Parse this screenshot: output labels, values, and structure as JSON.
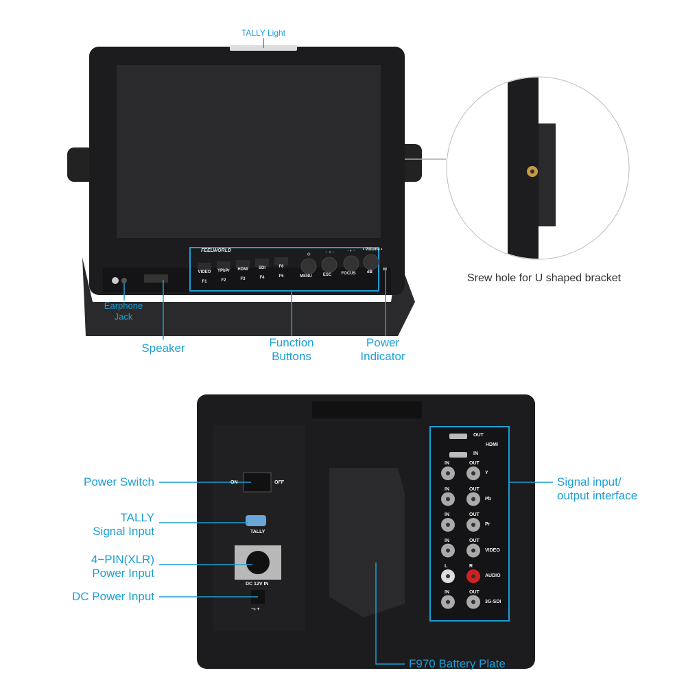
{
  "colors": {
    "accent": "#1a9fd6",
    "body": "#1c1c1e",
    "screen": "#2a2a2c"
  },
  "front": {
    "brand": "FEELWORLD",
    "buttons": [
      {
        "top": "VIDEO",
        "bottom": "F1"
      },
      {
        "top": "YPbPr",
        "bottom": "F2"
      },
      {
        "top": "HDMI",
        "bottom": "F3"
      },
      {
        "top": "SDI",
        "bottom": "F4"
      },
      {
        "top": "F6",
        "bottom": "F5"
      }
    ],
    "knobs": [
      "MENU",
      "ESC",
      "FOCUS",
      "dB"
    ],
    "knob_tops": [
      "◇",
      "◦ ☼ ◦",
      "◦ ◐ ◦",
      "• Volume •"
    ],
    "labels": {
      "tally_light": "TALLY Light",
      "earphone": "Earphone\nJack",
      "speaker": "Speaker",
      "function_buttons": "Function\nButtons",
      "power_indicator": "Power\nIndicator"
    },
    "inset_caption": "Srew hole for U shaped bracket"
  },
  "back": {
    "switch": {
      "on": "ON",
      "off": "OFF"
    },
    "tally_port": "TALLY",
    "dc_label": "DC 12V IN",
    "dc_polarity": "−◐+",
    "labels": {
      "power_switch": "Power Switch",
      "tally_signal": "TALLY\nSignal Input",
      "xlr": "4−PIN(XLR)\nPower Input",
      "dc_power": "DC Power Input",
      "signal_io": "Signal input/\noutput interface",
      "battery_plate": "F970 Battery Plate"
    },
    "hdmi": {
      "out": "OUT",
      "in": "IN",
      "name": "HDMI"
    },
    "port_rows": [
      {
        "left": "IN",
        "right": "OUT",
        "name": "Y"
      },
      {
        "left": "IN",
        "right": "OUT",
        "name": "Pb"
      },
      {
        "left": "IN",
        "right": "OUT",
        "name": "Pr"
      },
      {
        "left": "IN",
        "right": "OUT",
        "name": "VIDEO"
      },
      {
        "left": "L",
        "right": "R",
        "name": "AUDIO"
      },
      {
        "left": "IN",
        "right": "OUT",
        "name": "3G-SDI"
      }
    ]
  }
}
